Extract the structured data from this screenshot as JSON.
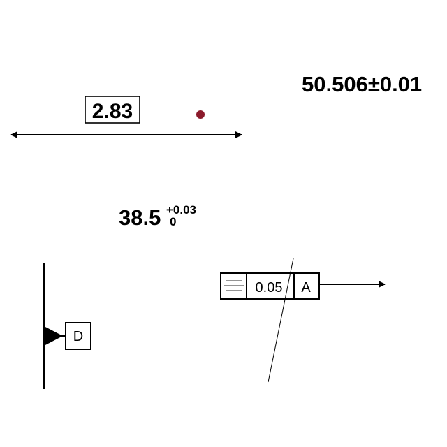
{
  "basic_dimension": {
    "value": "2.83"
  },
  "tolerance_dimension": {
    "value": "50.506±0.01"
  },
  "limit_dimension": {
    "nominal": "38.5",
    "upper": "+0.03",
    "lower": "0"
  },
  "feature_control_frame": {
    "symbol_icon": "symmetry-icon",
    "tolerance": "0.05",
    "datum": "A"
  },
  "datum_feature": {
    "label": "D"
  },
  "colors": {
    "ink": "#000000",
    "point_marker": "#8b1a2b"
  }
}
